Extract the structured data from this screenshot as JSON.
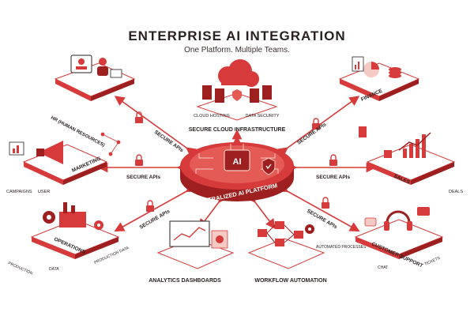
{
  "header": {
    "title": "ENTERPRISE AI INTEGRATION",
    "subtitle": "One Platform. Multiple Teams."
  },
  "center": {
    "label": "CENTRALIZED AI PLATFORM",
    "chip_text": "AI"
  },
  "connector_label": "SECURE APIs",
  "cloud": {
    "title": "SECURE CLOUD INFRASTRUCTURE",
    "labels": [
      "CLOUD HOSTING",
      "DATA SECURITY"
    ]
  },
  "hr": {
    "title": "HR (HUMAN RESOURCES)"
  },
  "finance": {
    "title": "FINANCE"
  },
  "marketing": {
    "title": "MARKETING",
    "labels": [
      "CAMPAIGNS",
      "USER"
    ]
  },
  "sales": {
    "title": "SALES",
    "labels": [
      "DEALS"
    ]
  },
  "operations": {
    "title": "OPERATIONS",
    "labels": [
      "PRODUCTION",
      "DATA",
      "PRODUCTION DATA"
    ]
  },
  "analytics": {
    "title": "ANALYTICS DASHBOARDS"
  },
  "workflow": {
    "title": "WORKFLOW AUTOMATION",
    "labels": [
      "AUTOMATED PROCESSES"
    ]
  },
  "support": {
    "title": "CUSTOMER SUPPORT",
    "labels": [
      "CHAT",
      "TICKETS"
    ]
  },
  "colors": {
    "accent": "#d63a3a",
    "accent_dark": "#9e1f1f",
    "accent_light": "#f5c9c4",
    "ink": "#2a2222",
    "platform": "#ffffff"
  }
}
